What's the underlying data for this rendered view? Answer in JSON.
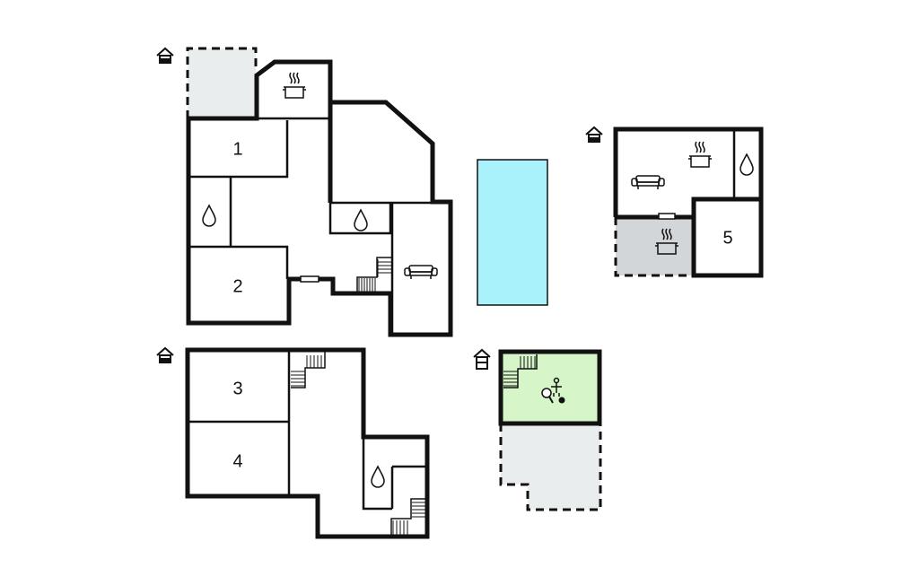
{
  "colors": {
    "terrace": "#eaeded",
    "covered_terrace": "#d3d6d8",
    "pool": "#aaf2fb",
    "activity_room": "#d6f5c8",
    "walls": "#111111"
  },
  "rooms": [
    {
      "label": "1"
    },
    {
      "label": "2"
    },
    {
      "label": "3"
    },
    {
      "label": "4"
    },
    {
      "label": "5"
    }
  ],
  "icons": [
    "house-icon",
    "kitchen-pot-icon",
    "water-drop-icon",
    "sofa-icon",
    "stairs-icon",
    "table-tennis-icon",
    "table-football-icon",
    "door-window-icon"
  ]
}
